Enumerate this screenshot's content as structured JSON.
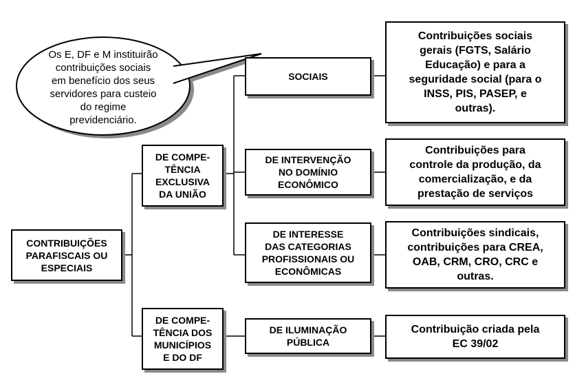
{
  "root": "CONTRIBUIÇÕES\nPARAFISCAIS OU\nESPECIAIS",
  "competence": {
    "uniao": "DE COMPE-\nTÊNCIA\nEXCLUSIVA\nDA UNIÃO",
    "municipios": "DE COMPE-\nTÊNCIA DOS\nMUNICÍPIOS\nE DO DF"
  },
  "types": {
    "sociais": "SOCIAIS",
    "intervencao": "DE INTERVENÇÃO\nNO DOMÍNIO\nECONÔMICO",
    "interesse": "DE INTERESSE\nDAS CATEGORIAS\nPROFISSIONAIS OU\nECONÔMICAS",
    "iluminacao": "DE ILUMINAÇÃO\nPÚBLICA"
  },
  "descriptions": {
    "sociais": "Contribuições sociais\ngerais (FGTS, Salário\nEducação) e para a\nseguridade social (para o\nINSS, PIS, PASEP, e\noutras).",
    "intervencao": "Contribuições para\ncontrole da produção, da\ncomercialização, e da\nprestação de serviços",
    "interesse": "Contribuições sindicais,\ncontribuições para CREA,\nOAB, CRM, CRO, CRC e\noutras.",
    "iluminacao": "Contribuição criada pela\nEC 39/02"
  },
  "callout": "Os E, DF e M instituirão\ncontribuições sociais\nem benefício dos seus\nservidores para custeio\ndo regime\nprevidenciário."
}
